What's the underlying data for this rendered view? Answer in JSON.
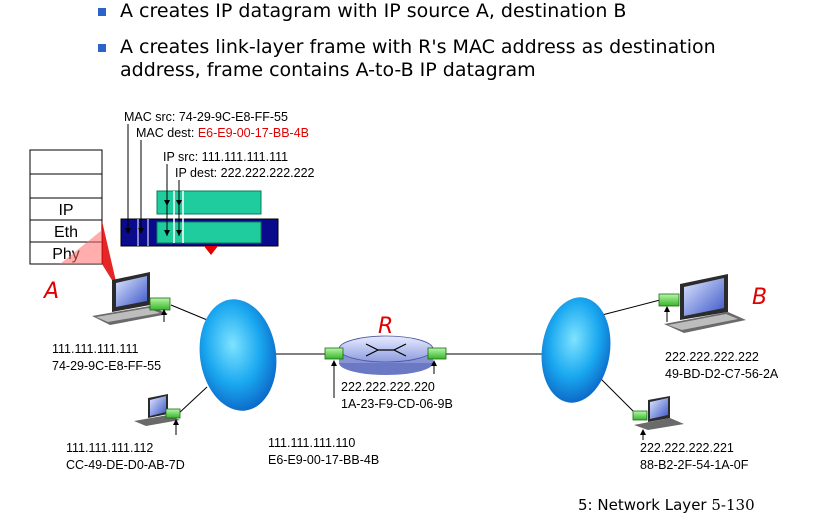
{
  "bullets": [
    "A creates IP datagram with IP source A, destination B",
    "A creates link-layer frame with R's MAC address as destination address, frame contains A-to-B IP datagram"
  ],
  "headers": {
    "mac_src": "MAC src: 74-29-9C-E8-FF-55",
    "mac_dest_label": "MAC dest: ",
    "mac_dest_value": "E6-E9-00-17-BB-4B",
    "ip_src": "IP src: 111.111.111.111",
    "ip_dest": "IP dest: 222.222.222.222"
  },
  "stack_layers": [
    "IP",
    "Eth",
    "Phy"
  ],
  "hosts": {
    "a": {
      "letter": "A",
      "ip": "111.111.111.111",
      "mac": "74-29-9C-E8-FF-55"
    },
    "a2": {
      "ip": "111.111.111.112",
      "mac": "CC-49-DE-D0-AB-7D"
    },
    "b": {
      "letter": "B",
      "ip": "222.222.222.222",
      "mac": "49-BD-D2-C7-56-2A"
    },
    "b2": {
      "ip": "222.222.222.221",
      "mac": "88-B2-2F-54-1A-0F"
    }
  },
  "router": {
    "letter": "R",
    "right_ip": "222.222.222.220",
    "right_mac": "1A-23-F9-CD-06-9B",
    "left_ip": "111.111.111.110",
    "left_mac": "E6-E9-00-17-BB-4B"
  },
  "footer": {
    "chapter": "5: Network Layer",
    "page": "5-130"
  },
  "colors": {
    "accent_red": "#e00000",
    "frame_blue": "#0a0a8c",
    "datagram_green": "#1fcc9e",
    "bullet_blue": "#2d62c8"
  }
}
